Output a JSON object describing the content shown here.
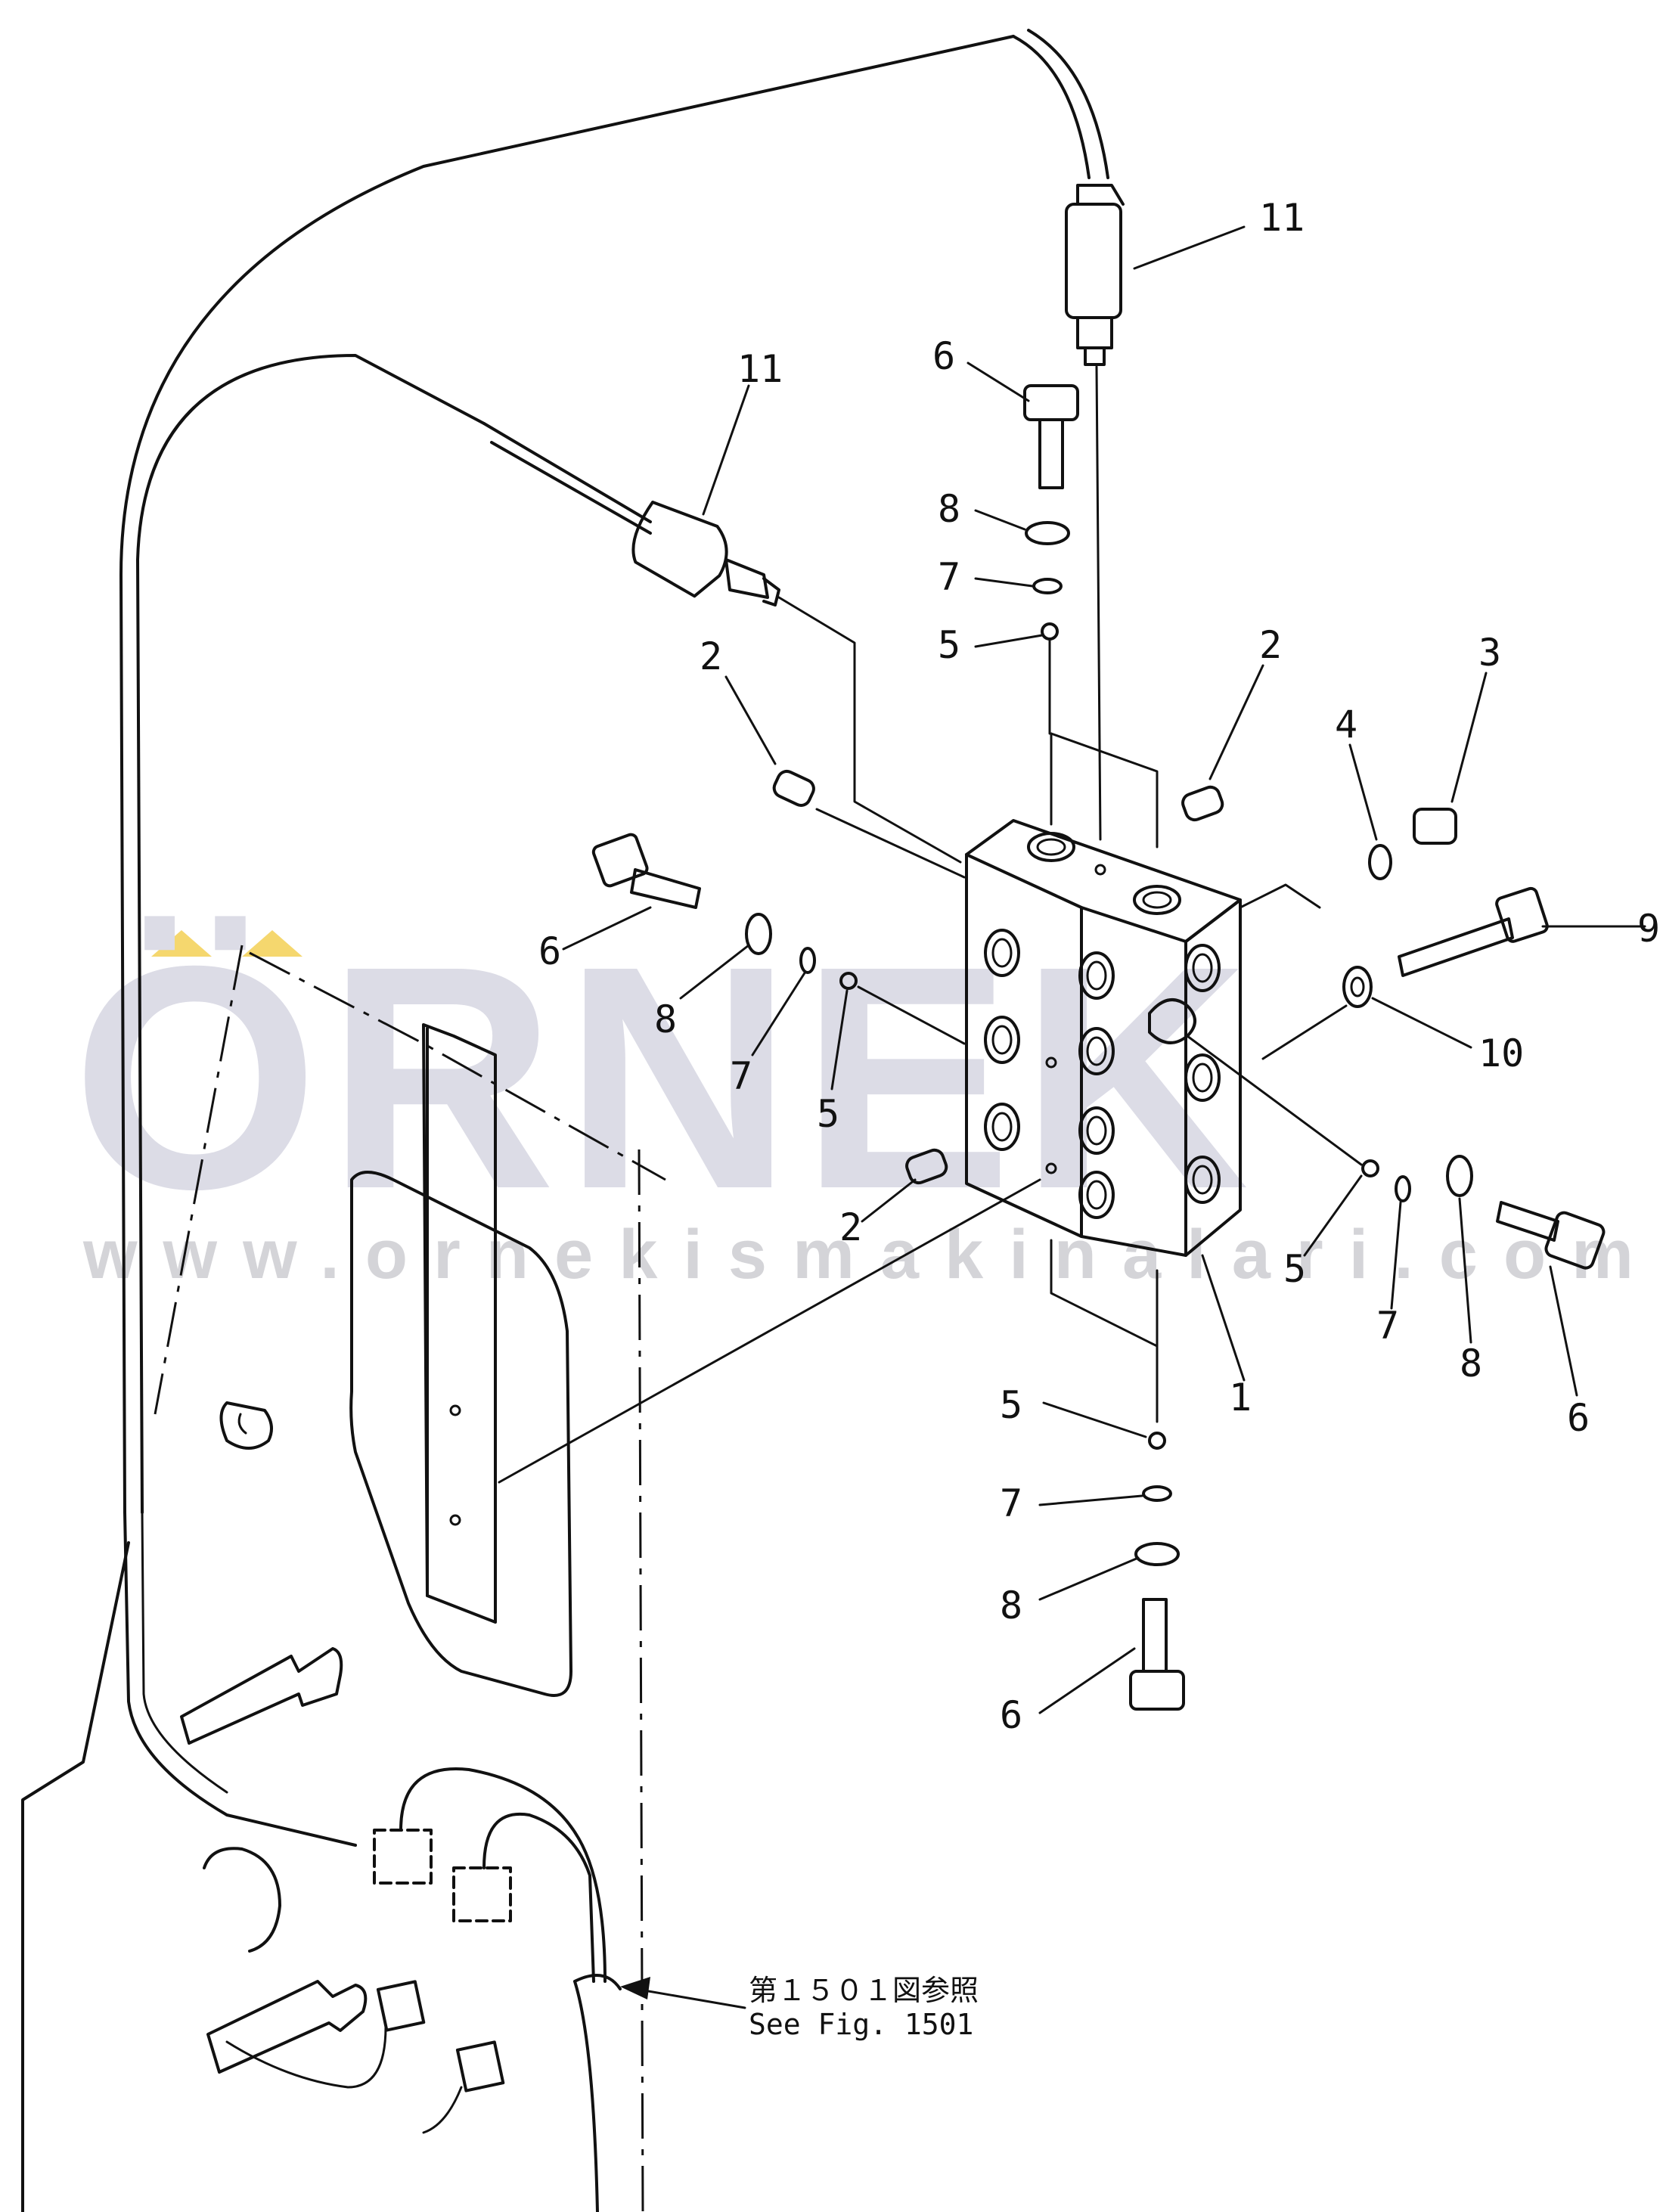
{
  "watermark": {
    "brand": "ÖRNEK",
    "url": "www.ornekismakinalari.com.tr",
    "accent_color": "#f5d76e"
  },
  "callouts": {
    "c11a": "11",
    "c11b": "11",
    "c6a": "6",
    "c6b": "6",
    "c6c": "6",
    "c6d": "6",
    "c8a": "8",
    "c8b": "8",
    "c8c": "8",
    "c8d": "8",
    "c7a": "7",
    "c7b": "7",
    "c7c": "7",
    "c7d": "7",
    "c5a": "5",
    "c5b": "5",
    "c5c": "5",
    "c5d": "5",
    "c2a": "2",
    "c2b": "2",
    "c2c": "2",
    "c3": "3",
    "c4": "4",
    "c9": "9",
    "c10": "10",
    "c1": "1"
  },
  "reference_note": {
    "line_jp": "第１５０１図参照",
    "line_en": "See Fig. 1501"
  }
}
